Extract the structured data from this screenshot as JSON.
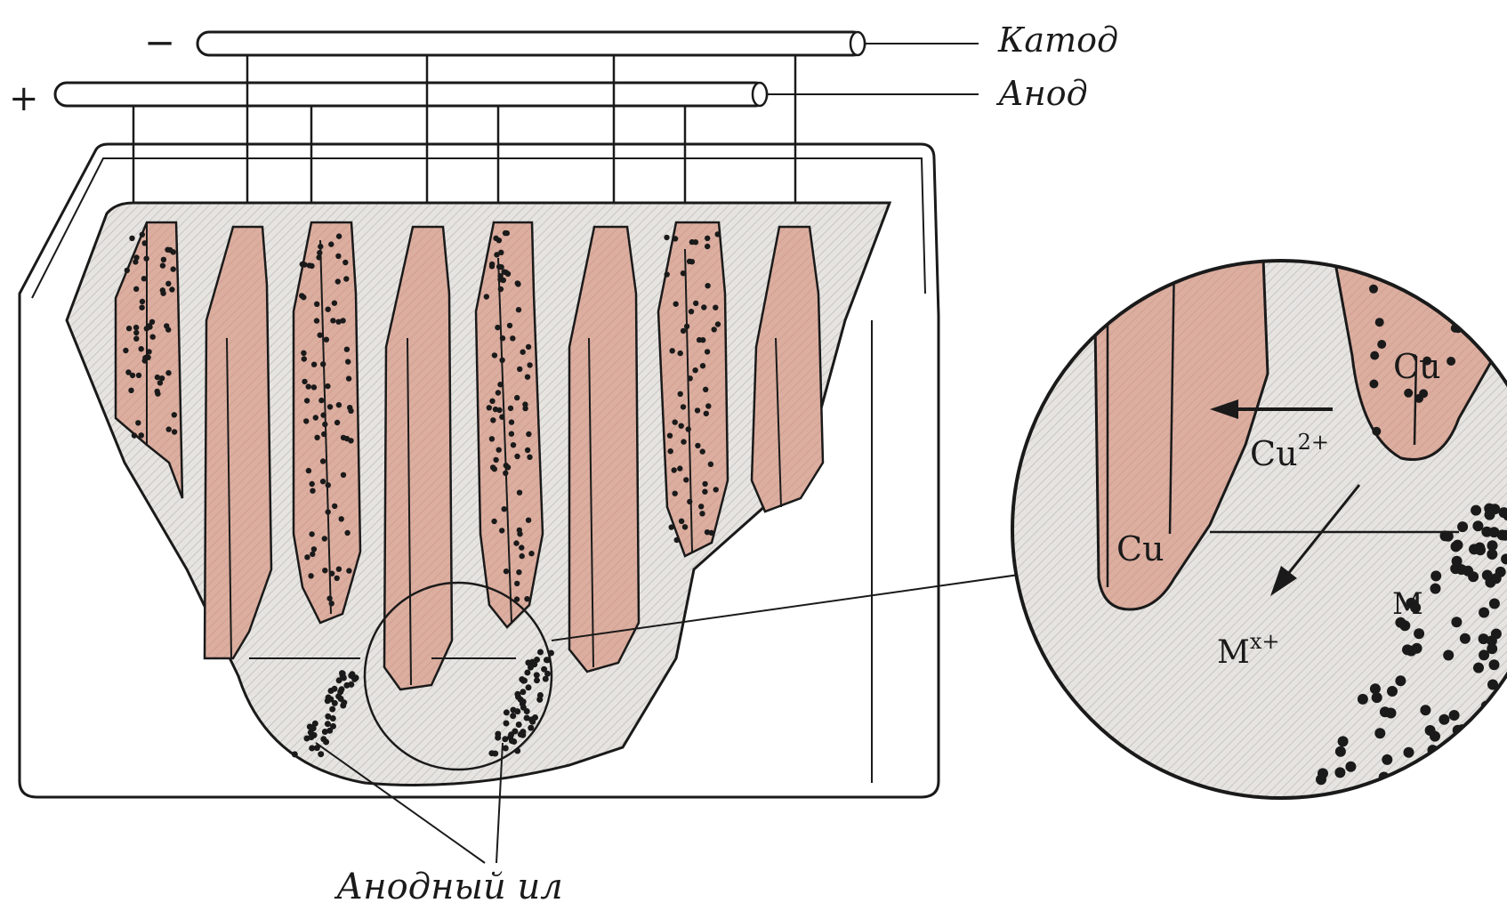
{
  "labels": {
    "minus": "−",
    "plus": "+",
    "cathode": "Катод",
    "anode": "Анод",
    "anode_sludge": "Анодный ил",
    "cu_left": "Cu",
    "cu_right": "Cu",
    "cu_ion": "Cu",
    "cu_ion_charge": "2+",
    "metal": "M",
    "metal_ion": "M",
    "metal_ion_charge": "x+"
  },
  "colors": {
    "copper": "#dcaea0",
    "electrolyte": "#e6e4e1",
    "outline": "#1a1a1a",
    "background": "#ffffff"
  }
}
